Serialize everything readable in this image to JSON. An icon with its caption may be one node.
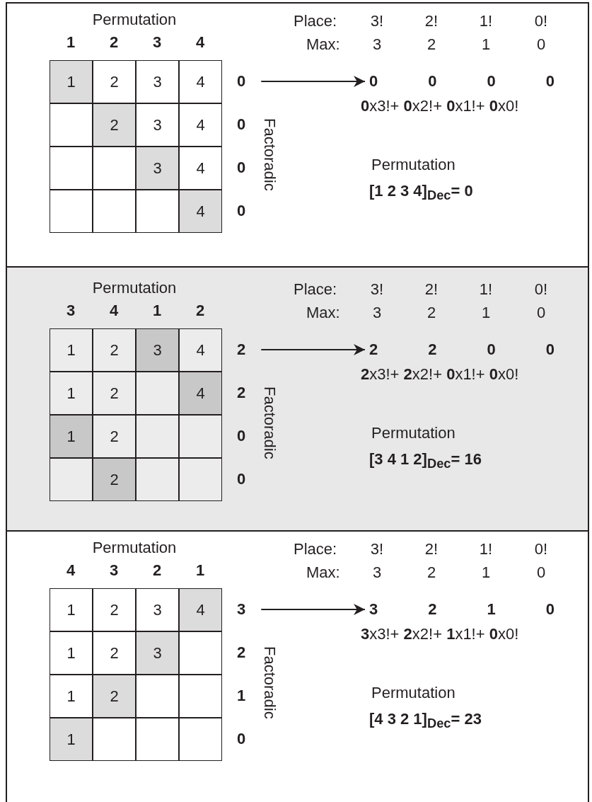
{
  "diagram": {
    "nodes": [
      {
        "text": [
          "0"
        ]
      },
      {
        "text": [
          "0",
          "0",
          "0",
          "0"
        ]
      },
      {
        "text": [
          "2"
        ]
      },
      {
        "text": [
          "2",
          "2",
          "0",
          "0"
        ]
      },
      {
        "text": [
          "3"
        ]
      },
      {
        "text": [
          "3",
          "2",
          "1",
          "0"
        ]
      }
    ],
    "edges": [
      {
        "from": 0,
        "to": 1,
        "arrow": "to"
      },
      {
        "from": 2,
        "to": 3,
        "arrow": "to"
      },
      {
        "from": 4,
        "to": 5,
        "arrow": "to"
      }
    ],
    "labels": [
      "Permutation",
      "1",
      "2",
      "3",
      "4",
      "1",
      "2",
      "3",
      "4",
      "2",
      "3",
      "4",
      "3",
      "4",
      "4",
      "0",
      "0",
      "0",
      "Factoradic",
      "Place:",
      "3!",
      "2!",
      "1!",
      "0!",
      "Max:",
      "3",
      "2",
      "1",
      "0",
      "**0**x3!+ **0**x2!+ **0**x1!+ **0**x0!",
      "Permutation",
      "[1 2 3 4]$_{Dec}$= 0",
      "Permutation",
      "3",
      "4",
      "1",
      "2",
      "1",
      "2",
      "3",
      "4",
      "1",
      "2",
      "4",
      "1",
      "2",
      "2",
      "2",
      "0",
      "0",
      "Factoradic",
      "Place:",
      "3!",
      "2!",
      "1!",
      "0!",
      "Max:",
      "3",
      "2",
      "1",
      "0",
      "**2**x3!+ **2**x2!+ **0**x1!+ **0**x0!",
      "Permutation",
      "[3 4 1 2]$_{Dec}$= 16",
      "Permutation",
      "4",
      "3",
      "2",
      "1",
      "1",
      "2",
      "3",
      "4",
      "1",
      "2",
      "3",
      "1",
      "2",
      "1",
      "2",
      "1",
      "0",
      "Factoradic",
      "Place:",
      "3!",
      "2!",
      "1!",
      "0!",
      "Max:",
      "3",
      "2",
      "1",
      "0",
      "**3**x3!+ **2**x2!+ **1**x1!+ **0**x0!",
      "Permutation",
      "[4 3 2 1]$_{Dec}$= 23"
    ]
  }
}
